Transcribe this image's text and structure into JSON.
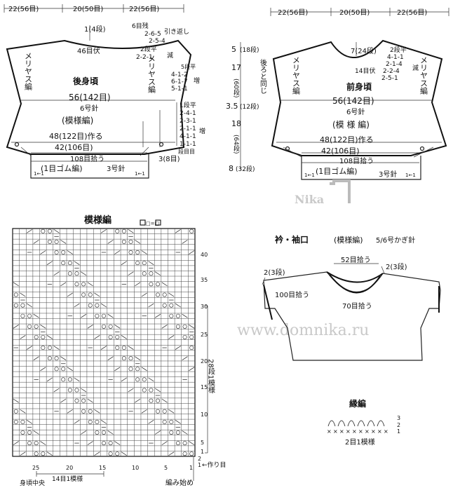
{
  "top_measures": {
    "left": "22(56目)",
    "center": "20(50目)",
    "right": "22(56目)"
  },
  "back": {
    "title": "後身頃",
    "width": "56(142目)",
    "needle": "6号針",
    "pattern": "(模様編)",
    "stockinette": "メリヤス編",
    "neck_top": "1(4段)",
    "neck_bind": "46目伏",
    "shoulder_note": "6目残",
    "shoulder_rows": [
      "2-6-5",
      "2-5-4"
    ],
    "shoulder_label": "引き返し",
    "dec_rows": [
      "2段平",
      "2-2-1"
    ],
    "dec_label": "減",
    "inc_head": "5段平",
    "inc_rows": [
      "4-1-2",
      "6-1-7",
      "5-1-1"
    ],
    "inc_label": "増",
    "side_rows": [
      "1段平",
      "2-4-1",
      "2-3-1",
      "2-1-1",
      "4-1-1",
      "1-1-1"
    ],
    "side_label": "増",
    "side_tail": "段目目",
    "hem_cast": "48(122目)作る",
    "hem_width": "42(106目)",
    "rib_pick": "108目拾う",
    "rib_title": "(1目ゴム編)",
    "rib_needle": "3号針",
    "rib_depth": "3(8目)",
    "bottom_labels": [
      "1←1",
      "1←1"
    ]
  },
  "front": {
    "title": "前身頃",
    "width": "56(142目)",
    "needle": "6号針",
    "pattern": "(模 様 編)",
    "stockinette": "メリヤス編",
    "neck_top": "7(24段)",
    "neck_bind": "14目伏",
    "neck_rows": [
      "2段平",
      "4-1-1",
      "2-1-4",
      "2-2-4",
      "2-5-1"
    ],
    "neck_label": "減",
    "same_as_back": "後ろと同じ",
    "hem_cast": "48(122目)作る",
    "hem_width": "42(106目)",
    "rib_pick": "108目拾う",
    "rib_title": "(1目ゴム編)",
    "rib_needle": "3号針",
    "bottom_labels": [
      "1←1",
      "1←1"
    ]
  },
  "vertical_measures": [
    {
      "value": "5",
      "rows": "(18段)"
    },
    {
      "value": "17",
      "rows": "(60段)"
    },
    {
      "value": "3.5",
      "rows": "(12段)"
    },
    {
      "value": "18",
      "rows": "(64段)"
    },
    {
      "value": "8",
      "rows": "(32段)"
    }
  ],
  "watermark": {
    "logo": "Nika",
    "url": "www.domnika.ru"
  },
  "chart": {
    "title": "模様編",
    "key_symbols": "□=□",
    "row_ticks": [
      "40",
      "35",
      "30",
      "25",
      "20",
      "15",
      "10",
      "5",
      "1"
    ],
    "rep_rows": [
      "30",
      "25",
      "20",
      "15",
      "10",
      "5",
      "1"
    ],
    "rep_text": "28段1模様",
    "row_markers": [
      "2",
      "1"
    ],
    "work_row": "←作り目",
    "col_ticks": [
      "25",
      "20",
      "15",
      "10",
      "5",
      "1"
    ],
    "center_label": "身頃中央",
    "repeat_label": "14目1模様",
    "start_label": "編み始め"
  },
  "collar": {
    "title": "衿・袖口",
    "technique": "(模様編)",
    "hook": "5/6号かぎ針",
    "front_pick": "52目拾う",
    "back_pick": "70目拾う",
    "rows_left": "2(3段)",
    "rows_right": "2(3段)",
    "sleeve_pick": "100目拾う"
  },
  "edge": {
    "title": "縁編",
    "rows": [
      "3",
      "2",
      "1"
    ],
    "repeat": "2目1模様"
  }
}
